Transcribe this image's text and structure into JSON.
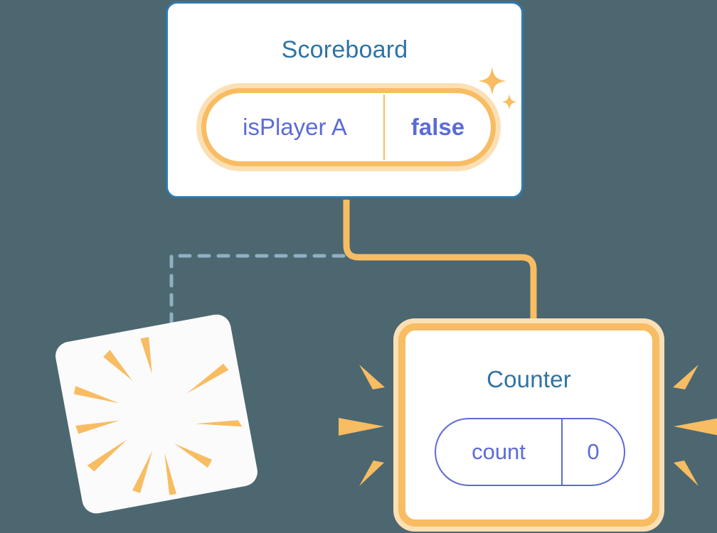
{
  "theme": {
    "background": "#4c6770",
    "card_background": "#ffffff",
    "card_border_blue": "#2e7ab0",
    "title_blue": "#2e74a3",
    "pill_text_indigo": "#5c6bd8",
    "highlight_orange": "#f8bc62",
    "highlight_orange_pale": "#fbe0b5",
    "dashed_connector_blue": "#8fafc4"
  },
  "scoreboard": {
    "title": "Scoreboard",
    "state": {
      "key": "isPlayer A",
      "value": "false",
      "highlighted": true
    },
    "sparkles": [
      {
        "name": "sparkle-large",
        "size": 42
      },
      {
        "name": "sparkle-small",
        "size": 26
      }
    ]
  },
  "counter": {
    "title": "Counter",
    "highlighted": true,
    "state": {
      "key": "count",
      "value": "0",
      "highlighted": false
    }
  },
  "blank_card": {
    "title": "",
    "rotation_deg": -10.5,
    "burst_ray_count": 10
  },
  "connectors": [
    {
      "name": "scoreboard-to-counter",
      "style": "solid",
      "color": "#f8bc62",
      "from": "scoreboard",
      "to": "counter"
    },
    {
      "name": "scoreboard-to-blank-card",
      "style": "dashed",
      "color": "#8fafc4",
      "from": "scoreboard",
      "to": "blank_card"
    }
  ],
  "icons": {
    "sparkle": "sparkle-icon",
    "burst": "burst-rays-icon"
  }
}
